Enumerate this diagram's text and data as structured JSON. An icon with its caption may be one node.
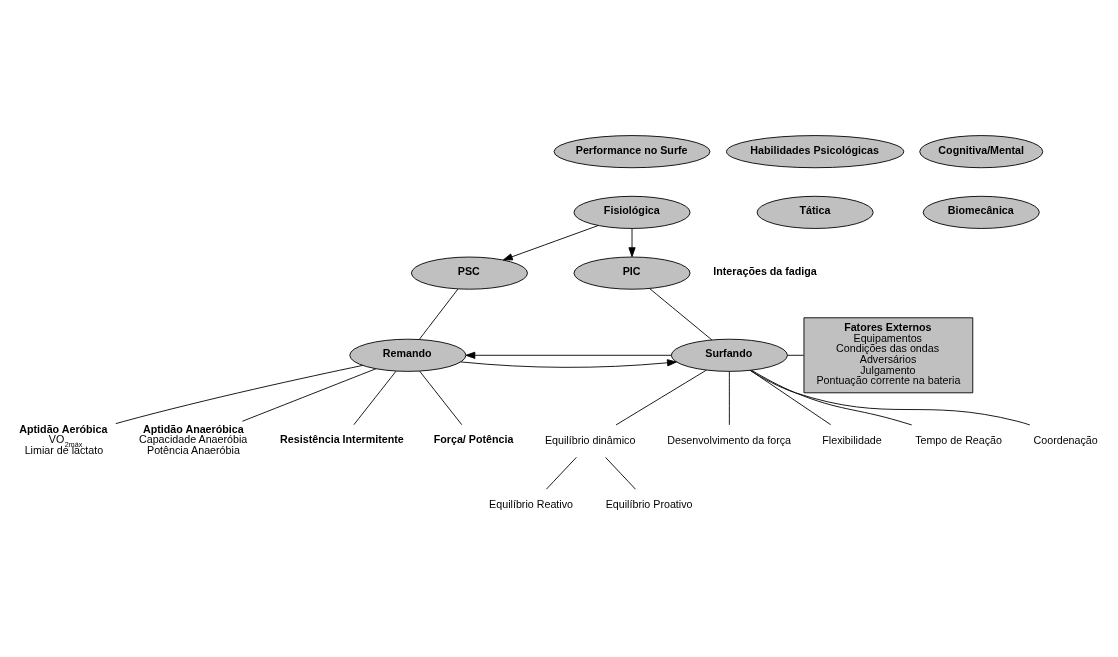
{
  "diagram": {
    "nodes": [
      {
        "text": [
          "Performance no Surfe"
        ]
      },
      {
        "text": [
          "Habilidades Psicológicas"
        ]
      },
      {
        "text": [
          "Cognitiva/Mental"
        ]
      },
      {
        "text": [
          "Tática"
        ]
      },
      {
        "text": [
          "Biomecânica"
        ]
      },
      {
        "text": [
          "Fisiológica"
        ]
      },
      {
        "text": [
          "PSC"
        ]
      },
      {
        "text": [
          "PIC"
        ]
      },
      {
        "text": [
          "Remando"
        ]
      },
      {
        "text": [
          "Surfando"
        ]
      },
      {
        "text": [
          "Fatores Externos",
          "Equipamentos",
          "Condições das ondas",
          "Adversários",
          "Julgamento",
          "Pontuação corrente na bateria"
        ]
      },
      {
        "text": [
          "Aptidão Aeróbica",
          "VO$_{2máx}$",
          "Limiar de lactato"
        ]
      },
      {
        "text": [
          "Aptidão Anaeróbica",
          "Capacidade Anaeróbia",
          "Potência Anaeróbia"
        ]
      },
      {
        "text": [
          "Resistência Intermitente"
        ]
      },
      {
        "text": [
          "Força/ Potência"
        ]
      },
      {
        "text": [
          "Equilíbrio dinâmico"
        ]
      },
      {
        "text": [
          "Desenvolvimento da força"
        ]
      },
      {
        "text": [
          "Flexibilidade"
        ]
      },
      {
        "text": [
          "Tempo de Reação"
        ]
      },
      {
        "text": [
          "Coordenação"
        ]
      },
      {
        "text": [
          "Equilíbrio Reativo"
        ]
      },
      {
        "text": [
          "Equilíbrio Proativo"
        ]
      }
    ],
    "edges": [
      {
        "from": 5,
        "to": 6,
        "arrow": "to"
      },
      {
        "from": 5,
        "to": 7,
        "arrow": "to"
      },
      {
        "from": 6,
        "to": 8,
        "arrow": "none"
      },
      {
        "from": 7,
        "to": 9,
        "arrow": "none"
      },
      {
        "from": 8,
        "to": 9,
        "arrow": "to"
      },
      {
        "from": 9,
        "to": 8,
        "arrow": "to"
      },
      {
        "from": 9,
        "to": 10,
        "arrow": "none"
      },
      {
        "from": 8,
        "to": 11,
        "arrow": "none"
      },
      {
        "from": 8,
        "to": 12,
        "arrow": "none"
      },
      {
        "from": 8,
        "to": 13,
        "arrow": "none"
      },
      {
        "from": 8,
        "to": 14,
        "arrow": "none"
      },
      {
        "from": 9,
        "to": 15,
        "arrow": "none"
      },
      {
        "from": 9,
        "to": 16,
        "arrow": "none"
      },
      {
        "from": 9,
        "to": 17,
        "arrow": "none"
      },
      {
        "from": 9,
        "to": 18,
        "arrow": "none"
      },
      {
        "from": 9,
        "to": 19,
        "arrow": "none"
      },
      {
        "from": 15,
        "to": 20,
        "arrow": "none"
      },
      {
        "from": 15,
        "to": 21,
        "arrow": "none"
      }
    ],
    "labels": [
      "Interações da fadiga"
    ]
  }
}
